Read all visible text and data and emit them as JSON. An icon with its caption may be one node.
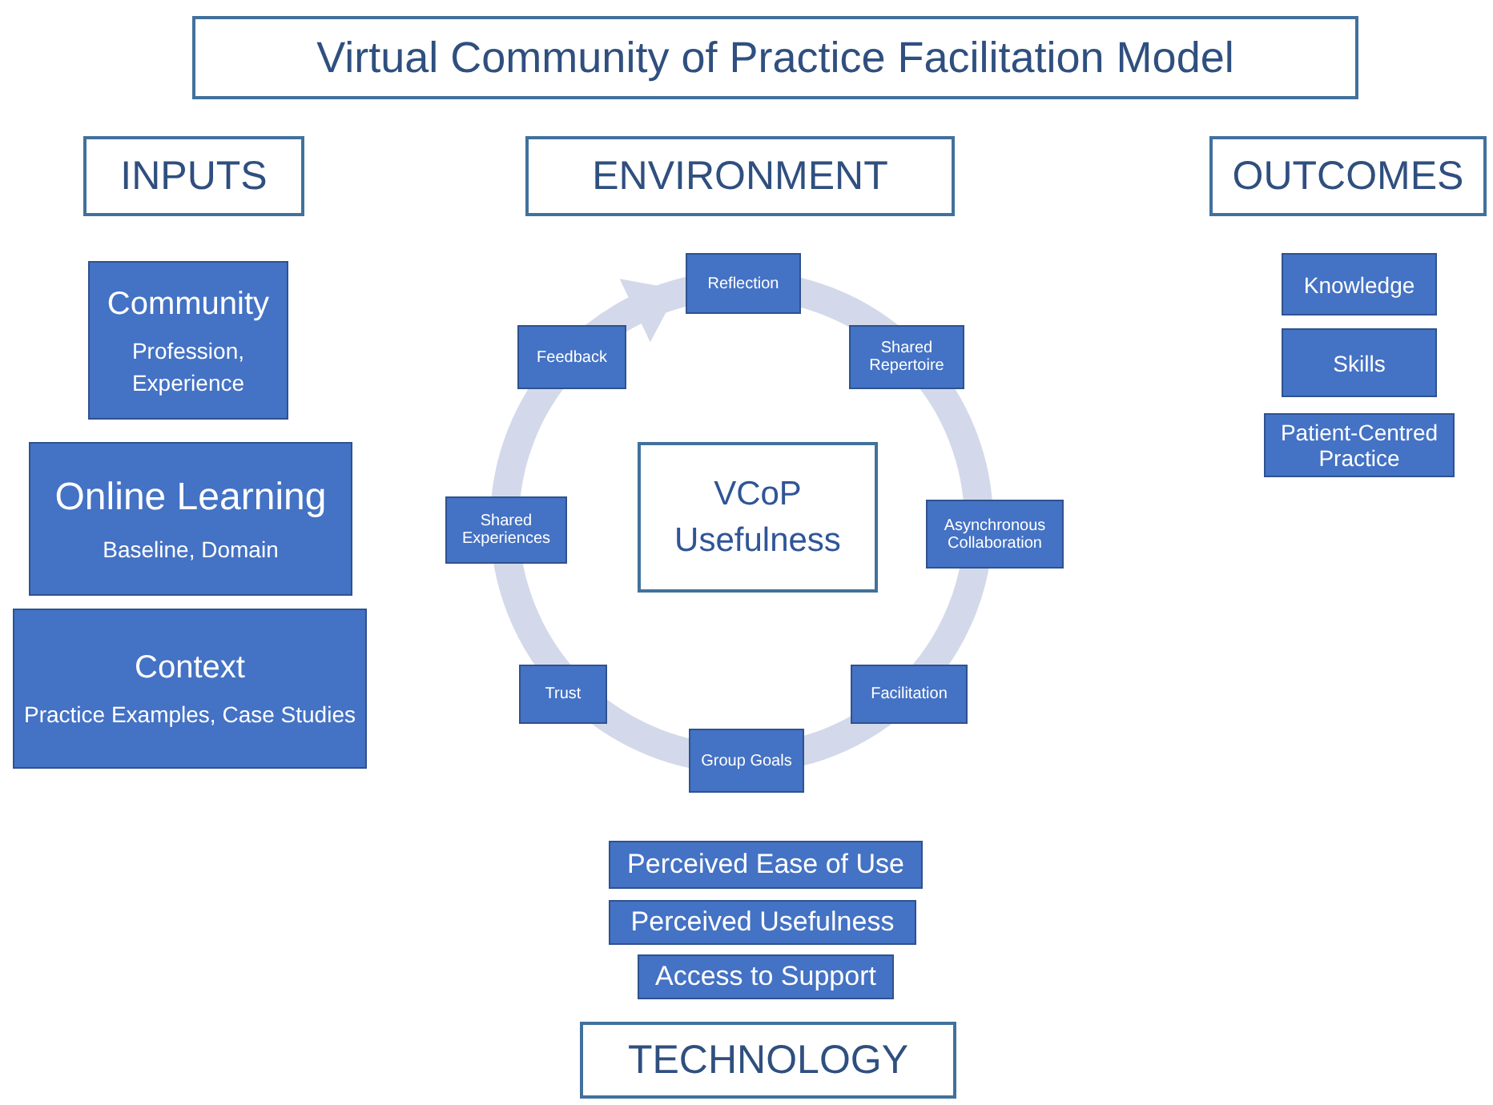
{
  "diagram": {
    "title": "Virtual Community of Practice Facilitation Model",
    "nodes": [
      {
        "text": [
          "INPUTS"
        ]
      },
      {
        "text": [
          "Community",
          "Profession, Experience"
        ]
      },
      {
        "text": [
          "Online Learning",
          "Baseline, Domain"
        ]
      },
      {
        "text": [
          "Context",
          "Practice Examples, Case Studies"
        ]
      },
      {
        "text": [
          "ENVIRONMENT"
        ]
      },
      {
        "text": [
          "Reflection"
        ]
      },
      {
        "text": [
          "Shared Repertoire"
        ]
      },
      {
        "text": [
          "Asynchronous Collaboration"
        ]
      },
      {
        "text": [
          "Facilitation"
        ]
      },
      {
        "text": [
          "Group Goals"
        ]
      },
      {
        "text": [
          "Trust"
        ]
      },
      {
        "text": [
          "Shared Experiences"
        ]
      },
      {
        "text": [
          "Feedback"
        ]
      },
      {
        "text": [
          "VCoP Usefulness"
        ]
      },
      {
        "text": [
          "OUTCOMES"
        ]
      },
      {
        "text": [
          "Knowledge"
        ]
      },
      {
        "text": [
          "Skills"
        ]
      },
      {
        "text": [
          "Patient-Centred Practice"
        ]
      },
      {
        "text": [
          "Perceived Ease of Use"
        ]
      },
      {
        "text": [
          "Perceived Usefulness"
        ]
      },
      {
        "text": [
          "Access to Support"
        ]
      },
      {
        "text": [
          "TECHNOLOGY"
        ]
      }
    ],
    "edges": [
      {
        "from": 12,
        "to": 5,
        "arrow": "to"
      }
    ]
  }
}
